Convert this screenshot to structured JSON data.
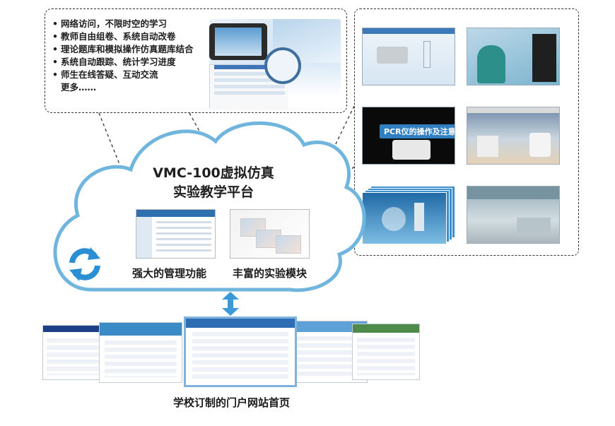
{
  "features": {
    "items": [
      "网络访问，不限时空的学习",
      "教师自由组卷、系统自动改卷",
      "理论题库和模拟操作仿真题库结合",
      "系统自动跟踪、统计学习进度",
      "师生在线答疑、互动交流",
      "更多……"
    ]
  },
  "platform": {
    "title_line1": "VMC-100虚拟仿真",
    "title_line2": "实验教学平台"
  },
  "modules": {
    "management": "强大的管理功能",
    "experiments": "丰富的实验模块"
  },
  "screens": {
    "pcr_title": "PCR仪的操作及注意事项"
  },
  "portal": {
    "label": "学校订制的门户网站首页"
  },
  "colors": {
    "cloud_stroke": "#6fb5de",
    "sync_icon": "#2a8fd4",
    "arrow": "#3b9bd8"
  }
}
